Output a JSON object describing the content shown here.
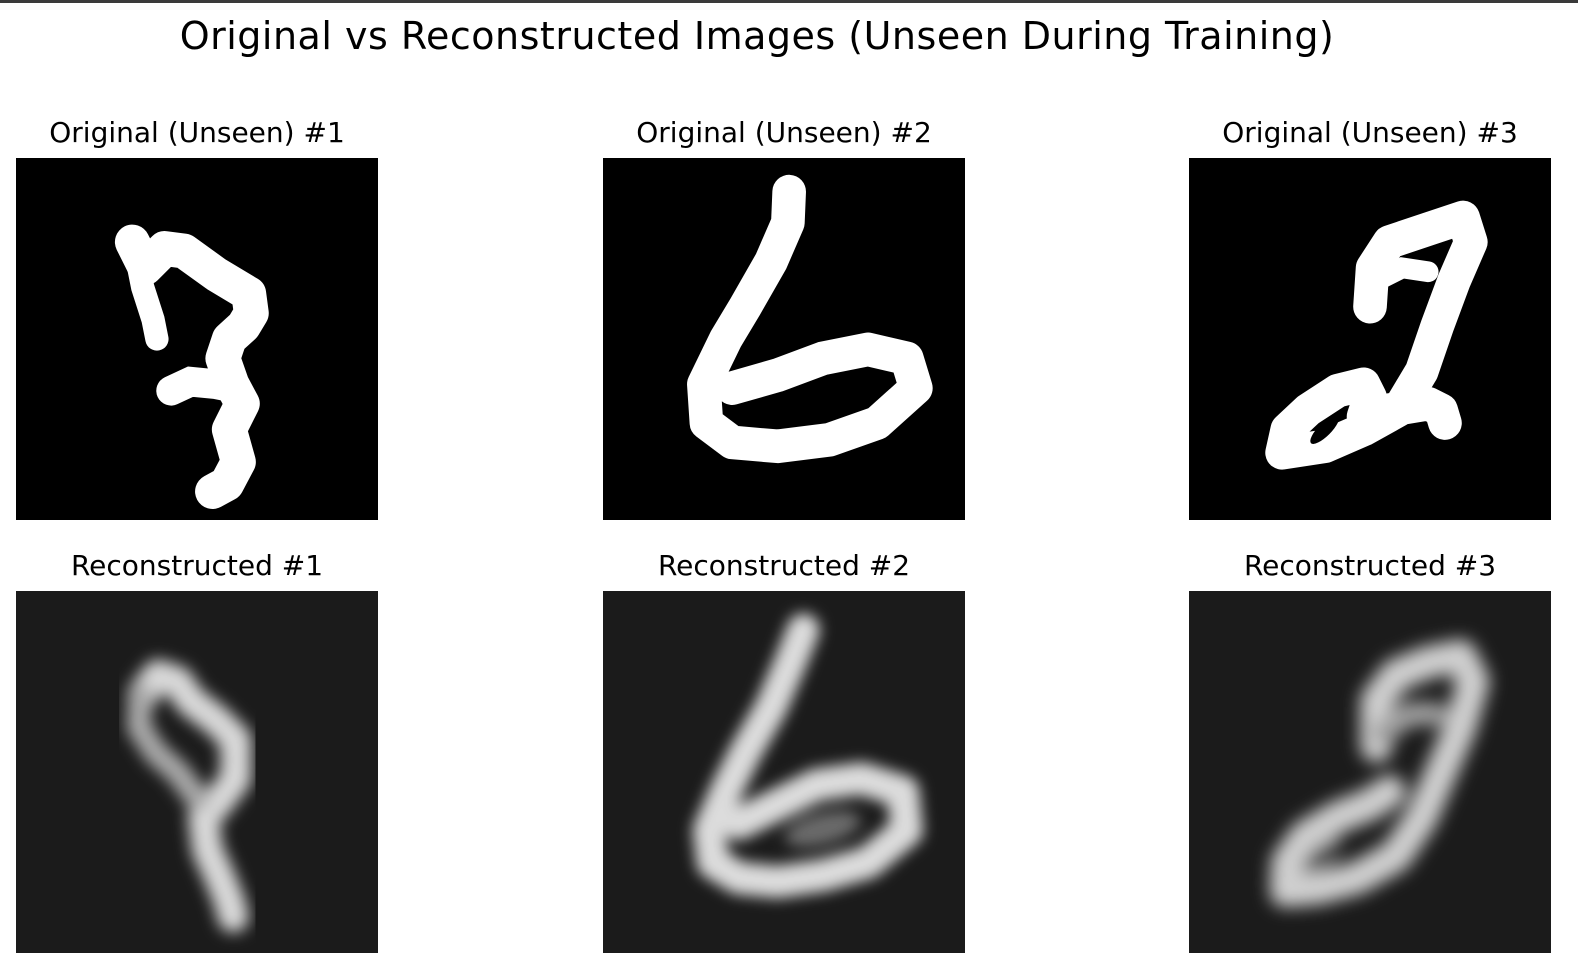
{
  "figure": {
    "title": "Original vs Reconstructed Images (Unseen During Training)"
  },
  "panels": {
    "originals": [
      {
        "title": "Original (Unseen) #1",
        "digit": "7",
        "kind": "original"
      },
      {
        "title": "Original (Unseen) #2",
        "digit": "6",
        "kind": "original"
      },
      {
        "title": "Original (Unseen) #3",
        "digit": "2",
        "kind": "original"
      }
    ],
    "reconstructions": [
      {
        "title": "Reconstructed #1",
        "digit": "7",
        "kind": "reconstructed"
      },
      {
        "title": "Reconstructed #2",
        "digit": "6",
        "kind": "reconstructed"
      },
      {
        "title": "Reconstructed #3",
        "digit": "2",
        "kind": "reconstructed"
      }
    ]
  },
  "colors": {
    "original_background": "#000000",
    "reconstructed_background": "#1b1b1b",
    "stroke_original": "#ffffff",
    "stroke_reconstructed": "#d8d8d8"
  }
}
